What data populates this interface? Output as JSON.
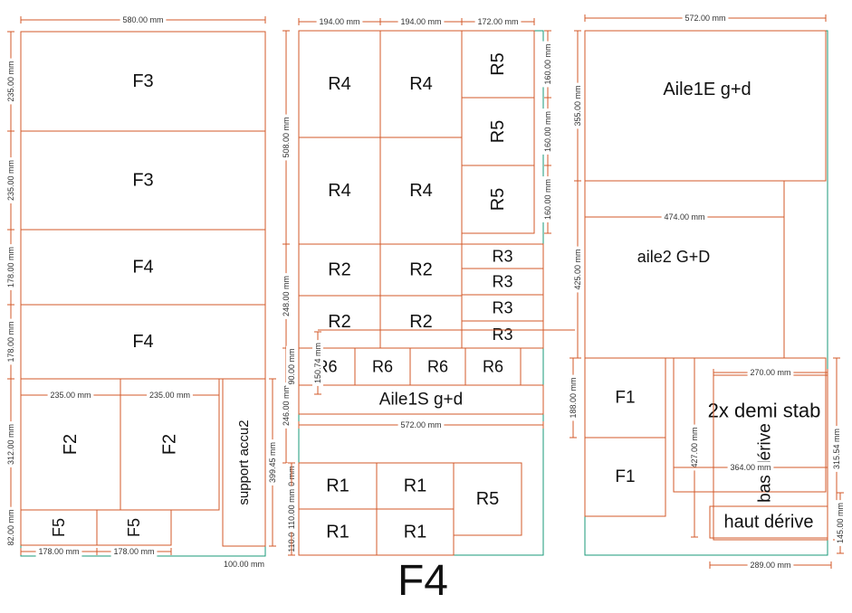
{
  "title": "F4",
  "colors": {
    "piece": "#d35a2a",
    "sheet": "#1a9a7a",
    "text": "#111111",
    "dimtext": "#333333"
  },
  "pieces": [
    {
      "id": "piece-f3-a",
      "label": "F3"
    },
    {
      "id": "piece-f3-b",
      "label": "F3"
    },
    {
      "id": "piece-f4-a",
      "label": "F4"
    },
    {
      "id": "piece-f4-b",
      "label": "F4"
    },
    {
      "id": "piece-f2-a",
      "label": "F2"
    },
    {
      "id": "piece-f2-b",
      "label": "F2"
    },
    {
      "id": "piece-support-accu2",
      "label": "support accu2"
    },
    {
      "id": "piece-f5-a",
      "label": "F5"
    },
    {
      "id": "piece-f5-b",
      "label": "F5"
    },
    {
      "id": "piece-r4-a",
      "label": "R4"
    },
    {
      "id": "piece-r4-b",
      "label": "R4"
    },
    {
      "id": "piece-r4-c",
      "label": "R4"
    },
    {
      "id": "piece-r4-d",
      "label": "R4"
    },
    {
      "id": "piece-r5-a",
      "label": "R5"
    },
    {
      "id": "piece-r5-b",
      "label": "R5"
    },
    {
      "id": "piece-r5-c",
      "label": "R5"
    },
    {
      "id": "piece-r2-a",
      "label": "R2"
    },
    {
      "id": "piece-r2-b",
      "label": "R2"
    },
    {
      "id": "piece-r2-c",
      "label": "R2"
    },
    {
      "id": "piece-r2-d",
      "label": "R2"
    },
    {
      "id": "piece-r3-a",
      "label": "R3"
    },
    {
      "id": "piece-r3-b",
      "label": "R3"
    },
    {
      "id": "piece-r3-c",
      "label": "R3"
    },
    {
      "id": "piece-r3-d",
      "label": "R3"
    },
    {
      "id": "piece-r6-a",
      "label": "R6"
    },
    {
      "id": "piece-r6-b",
      "label": "R6"
    },
    {
      "id": "piece-r6-c",
      "label": "R6"
    },
    {
      "id": "piece-r6-d",
      "label": "R6"
    },
    {
      "id": "piece-aile1s",
      "label": "Aile1S g+d"
    },
    {
      "id": "piece-r1-a",
      "label": "R1"
    },
    {
      "id": "piece-r1-b",
      "label": "R1"
    },
    {
      "id": "piece-r1-c",
      "label": "R1"
    },
    {
      "id": "piece-r1-d",
      "label": "R1"
    },
    {
      "id": "piece-r5-d",
      "label": "R5"
    },
    {
      "id": "piece-aile1e",
      "label": "Aile1E g+d"
    },
    {
      "id": "piece-aile2",
      "label": "aile2 G+D"
    },
    {
      "id": "piece-f1-a",
      "label": "F1"
    },
    {
      "id": "piece-f1-b",
      "label": "F1"
    },
    {
      "id": "piece-demi-stab",
      "label": "2x demi stab"
    },
    {
      "id": "piece-bas-derive",
      "label": "bas dérive"
    },
    {
      "id": "piece-haut-derive",
      "label": "haut dérive"
    }
  ],
  "dimensions": [
    "580.00 mm",
    "235.00 mm",
    "235.00 mm",
    "178.00 mm",
    "178.00 mm",
    "312.00 mm",
    "82.00 mm",
    "235.00 mm",
    "235.00 mm",
    "178.00 mm",
    "178.00 mm",
    "399.45 mm",
    "100.00 mm",
    "194.00 mm",
    "194.00 mm",
    "172.00 mm",
    "508.00 mm",
    "160.00 mm",
    "160.00 mm",
    "160.00 mm",
    "248.00 mm",
    "246.00 mm",
    "90.00 mm",
    "150.74 mm",
    "572.00 mm",
    "110.00 mm",
    "110.00 mm",
    "110.00 mm",
    "572.00 mm",
    "355.00 mm",
    "474.00 mm",
    "425.00 mm",
    "188.00 mm",
    "270.00 mm",
    "427.00 mm",
    "364.00 mm",
    "315.54 mm",
    "145.00 mm",
    "289.00 mm"
  ]
}
